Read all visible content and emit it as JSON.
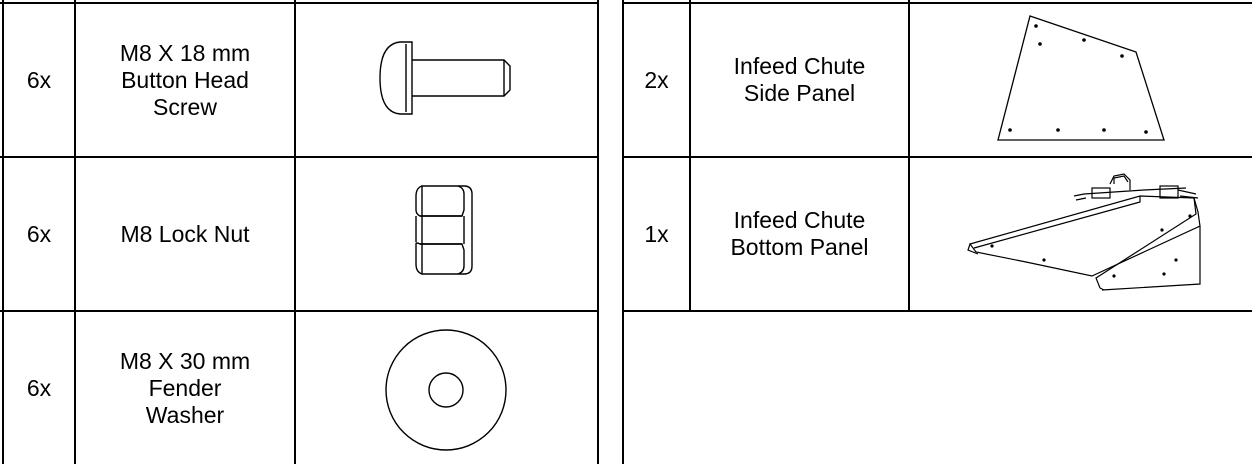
{
  "left_table": {
    "rows": [
      {
        "qty": "6x",
        "name_lines": [
          "M8 X 18 mm",
          "Button Head",
          "Screw"
        ],
        "icon": "button-head-screw-drawing"
      },
      {
        "qty": "6x",
        "name_lines": [
          "M8 Lock Nut"
        ],
        "icon": "lock-nut-drawing"
      },
      {
        "qty": "6x",
        "name_lines": [
          "M8 X 30 mm",
          "Fender",
          "Washer"
        ],
        "icon": "fender-washer-drawing"
      }
    ]
  },
  "right_table": {
    "rows": [
      {
        "qty": "2x",
        "name_lines": [
          "Infeed Chute",
          "Side Panel"
        ],
        "icon": "side-panel-drawing"
      },
      {
        "qty": "1x",
        "name_lines": [
          "Infeed Chute",
          "Bottom Panel"
        ],
        "icon": "bottom-panel-drawing"
      }
    ]
  }
}
